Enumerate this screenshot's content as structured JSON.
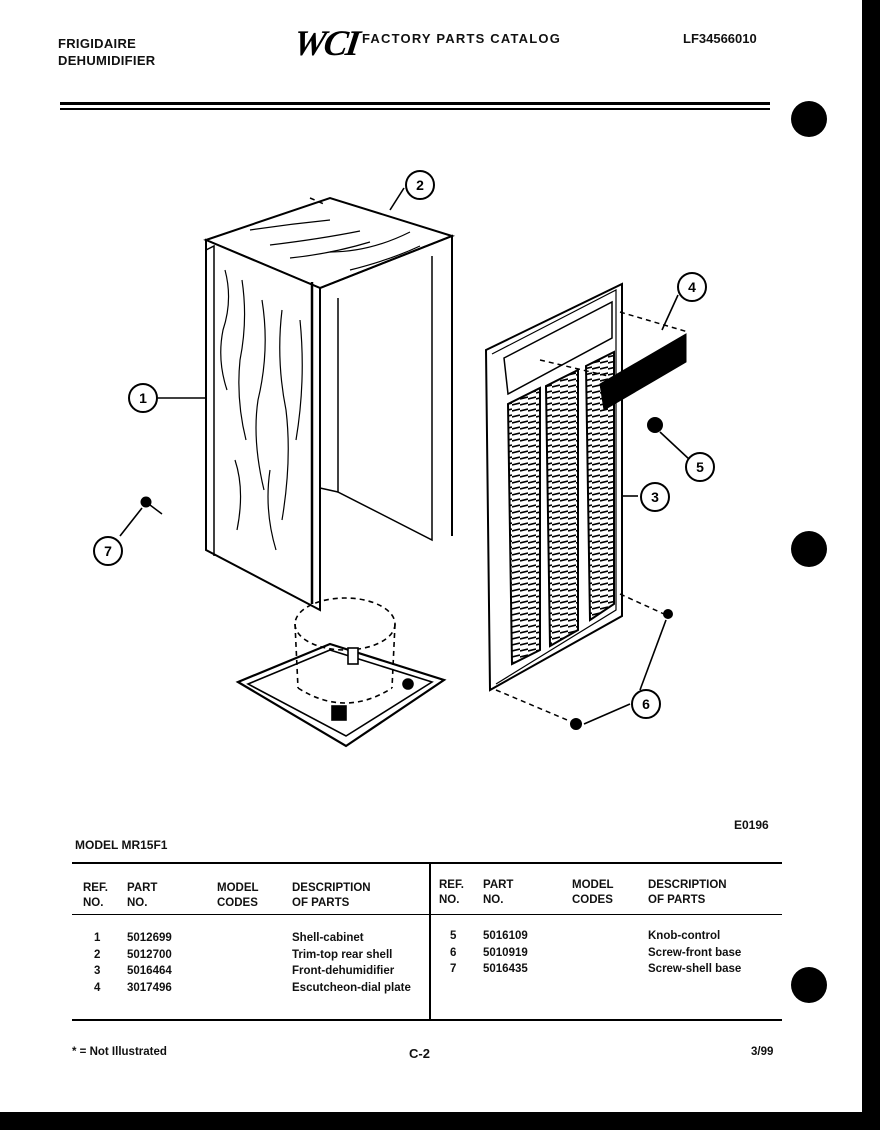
{
  "header": {
    "brand": "FRIGIDAIRE",
    "product": "DEHUMIDIFIER",
    "logo": "WCI",
    "catalog_title": "FACTORY PARTS CATALOG",
    "catalog_number": "LF34566010"
  },
  "diagram": {
    "callouts": [
      "1",
      "2",
      "3",
      "4",
      "5",
      "6",
      "7"
    ],
    "figure_id": "E0196"
  },
  "model_line": "MODEL MR15F1",
  "parts_table": {
    "columns": {
      "ref_no": [
        "REF.",
        "NO."
      ],
      "part_no": [
        "PART",
        "NO."
      ],
      "model_codes": [
        "MODEL",
        "CODES"
      ],
      "description": [
        "DESCRIPTION",
        "OF PARTS"
      ]
    },
    "left_rows": [
      {
        "ref": "1",
        "part": "5012699",
        "desc": "Shell-cabinet"
      },
      {
        "ref": "2",
        "part": "5012700",
        "desc": "Trim-top rear shell"
      },
      {
        "ref": "3",
        "part": "5016464",
        "desc": "Front-dehumidifier"
      },
      {
        "ref": "4",
        "part": "3017496",
        "desc": "Escutcheon-dial plate"
      }
    ],
    "right_rows": [
      {
        "ref": "5",
        "part": "5016109",
        "desc": "Knob-control"
      },
      {
        "ref": "6",
        "part": "5010919",
        "desc": "Screw-front base"
      },
      {
        "ref": "7",
        "part": "5016435",
        "desc": "Screw-shell base"
      }
    ]
  },
  "footer": {
    "footnote": "* = Not Illustrated",
    "page_number": "C-2",
    "date": "3/99"
  }
}
